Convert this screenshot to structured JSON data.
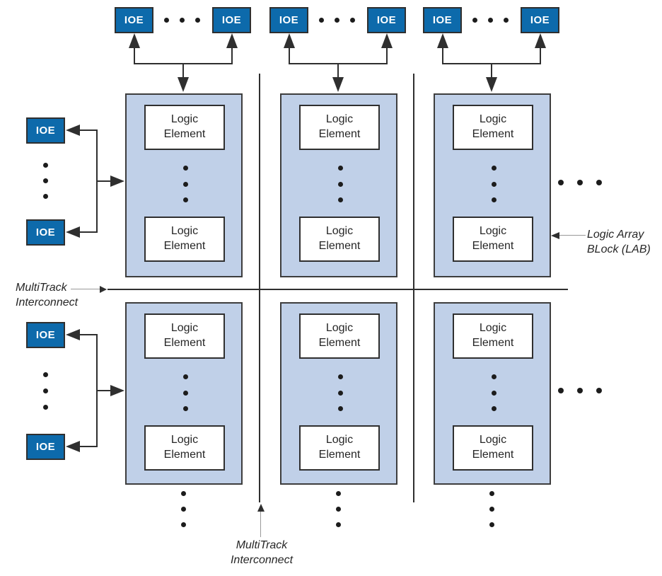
{
  "labels": {
    "ioe": "IOE",
    "logic_element": "Logic\nElement",
    "multitrack_left": "MultiTrack\nInterconnect",
    "multitrack_bottom": "MultiTrack\nInterconnect",
    "logic_array_block": "Logic Array\nBLock (LAB)"
  },
  "colors": {
    "ioe-fill": "#0d6aab",
    "ioe-border": "#2f2f2f",
    "ioe-text": "#ffffff",
    "lab-fill": "#c0d0e8",
    "lab-border": "#3d3d3d",
    "le-fill": "#ffffff",
    "le-border": "#2f2f2f",
    "line": "#2f2f2f",
    "leader": "#999999",
    "text": "#262626",
    "dot": "#1c1c1c"
  }
}
